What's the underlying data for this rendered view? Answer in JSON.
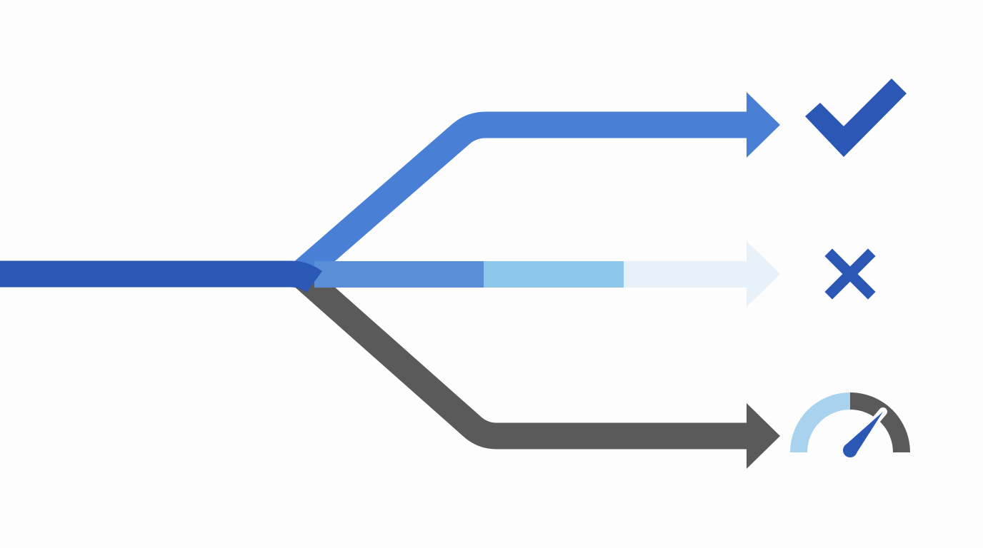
{
  "diagram": {
    "branches": [
      {
        "id": "success",
        "outcome_icon": "checkmark-icon",
        "color": "#4a7fd6"
      },
      {
        "id": "failure",
        "outcome_icon": "cross-icon",
        "segment_colors": [
          "#5a8fd8",
          "#8cc6e8",
          "#e6f1fa"
        ]
      },
      {
        "id": "performance",
        "outcome_icon": "speedometer-gauge-icon",
        "color": "#5a5a5a"
      }
    ],
    "colors": {
      "background": "#fdfdfd",
      "trunk": "#2b58b5",
      "check": "#2b58b5",
      "cross": "#2b58b5",
      "gauge_light": "#a9d2ee",
      "gauge_dark": "#5a5a5a",
      "needle": "#2b58b5"
    }
  }
}
